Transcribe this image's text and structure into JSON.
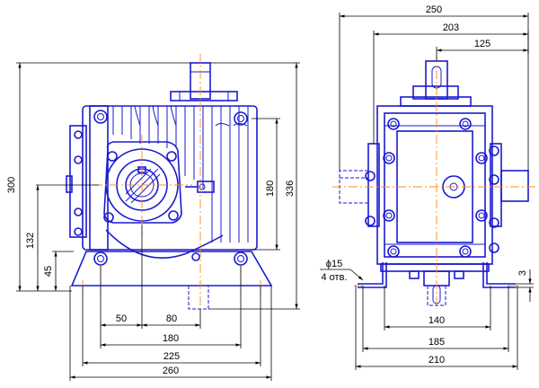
{
  "colors": {
    "outline": "#1a1ad0",
    "centerline": "#ff8c1a",
    "dimension": "#000000",
    "background": "#ffffff"
  },
  "front_view": {
    "dimensions": {
      "overall_height": "300",
      "total_height_right": "336",
      "input_height": "180",
      "axis_height": "132",
      "base_height": "45",
      "offset_50": "50",
      "offset_80": "80",
      "width_180": "180",
      "width_225": "225",
      "width_260": "260"
    }
  },
  "side_view": {
    "dimensions": {
      "width_250": "250",
      "width_203": "203",
      "width_125": "125",
      "hole_diameter": "ϕ15",
      "hole_count": "4 отв.",
      "foot_thickness": "3",
      "width_140": "140",
      "width_185": "185",
      "width_210": "210"
    }
  }
}
